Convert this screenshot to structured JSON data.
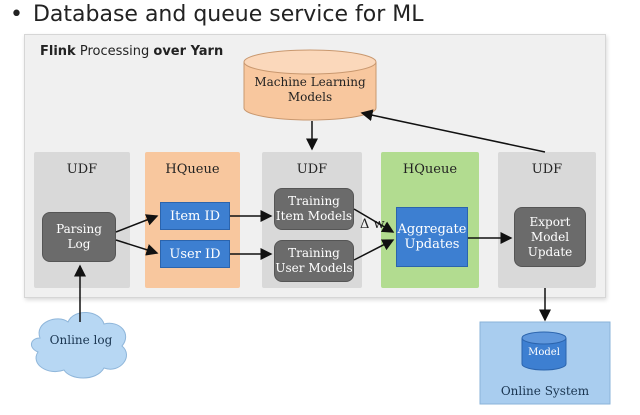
{
  "title": "Database and queue service for ML",
  "panel": {
    "label_part1": "Flink",
    "label_part2": "Processing",
    "label_part3": "over Yarn"
  },
  "ml_models": "Machine Learning Models",
  "columns": [
    {
      "title": "UDF"
    },
    {
      "title": "HQueue"
    },
    {
      "title": "UDF"
    },
    {
      "title": "HQueue"
    },
    {
      "title": "UDF"
    }
  ],
  "boxes": {
    "parsing_log": "Parsing Log",
    "item_id": "Item ID",
    "user_id": "User ID",
    "training_item": "Training Item Models",
    "training_user": "Training User Models",
    "aggregate": "Aggregate Updates",
    "export": "Export Model Update"
  },
  "delta_w": "Δ w",
  "online_log": "Online log",
  "online_system": {
    "label": "Online System",
    "model": "Model"
  },
  "colors": {
    "gray": "#d9d9d9",
    "orange": "#f8c79e",
    "green": "#b2dc90",
    "blue": "#3d7fd1",
    "dark": "#6b6b6b",
    "cloud": "#b7d7f3"
  }
}
